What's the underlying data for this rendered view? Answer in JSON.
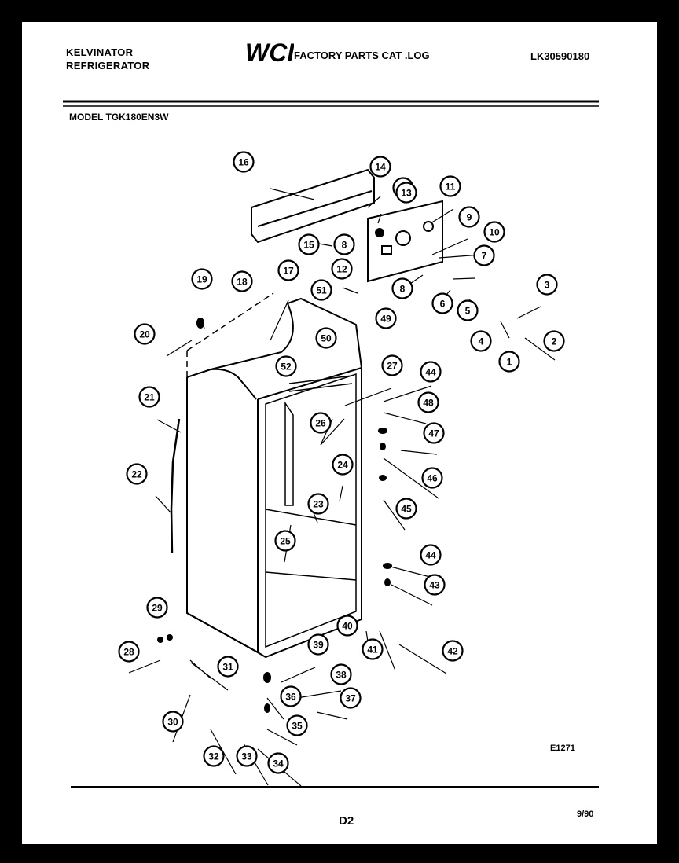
{
  "header": {
    "brand_line1": "KELVINATOR",
    "brand_line2": "REFRIGERATOR",
    "logo_text": "WCI",
    "catalog_title": "FACTORY PARTS CAT .LOG",
    "catalog_number": "LK30590180",
    "model": "MODEL TGK180EN3W"
  },
  "footer": {
    "diagram_code": "E1271",
    "page": "D2",
    "date": "9/90"
  },
  "callouts": [
    "1",
    "2",
    "3",
    "4",
    "5",
    "6",
    "7",
    "8",
    "8",
    "8",
    "9",
    "10",
    "11",
    "12",
    "13",
    "14",
    "15",
    "16",
    "17",
    "18",
    "19",
    "20",
    "21",
    "22",
    "23",
    "24",
    "25",
    "26",
    "27",
    "28",
    "29",
    "30",
    "31",
    "32",
    "33",
    "34",
    "35",
    "36",
    "37",
    "38",
    "39",
    "40",
    "41",
    "42",
    "43",
    "44",
    "44",
    "45",
    "46",
    "47",
    "48",
    "49",
    "50",
    "51",
    "52"
  ]
}
